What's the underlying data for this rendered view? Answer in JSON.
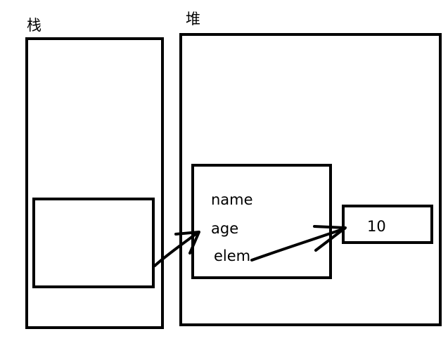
{
  "stack": {
    "title": "栈"
  },
  "heap": {
    "title": "堆",
    "object": {
      "fields": [
        "name",
        "age",
        "elem"
      ]
    },
    "value_box": {
      "value": "10"
    }
  },
  "colors": {
    "stroke": "#000000",
    "background": "#ffffff"
  }
}
